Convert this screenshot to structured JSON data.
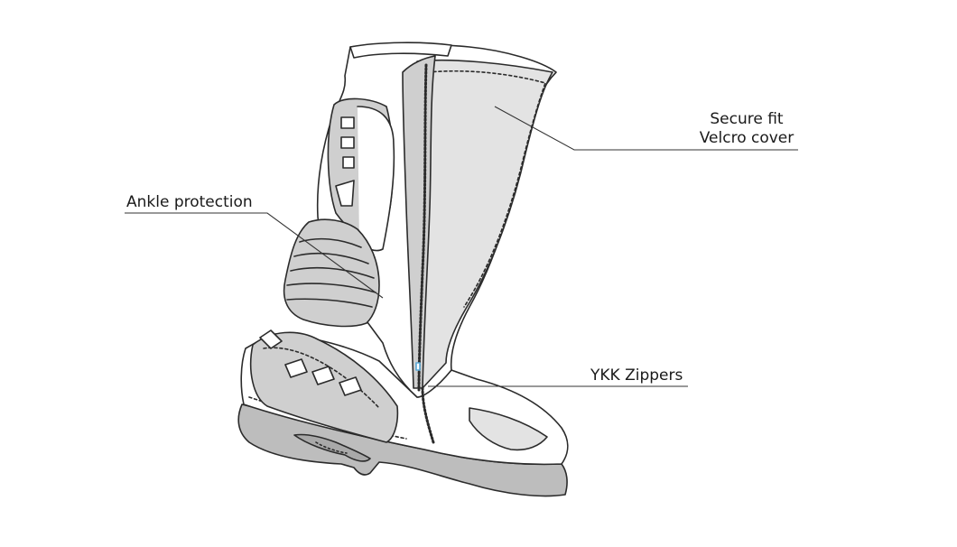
{
  "callouts": {
    "velcro": {
      "line1": "Secure fit",
      "line2": "Velcro cover"
    },
    "ankle": {
      "label": "Ankle protection"
    },
    "zippers": {
      "label": "YKK Zippers"
    }
  },
  "colors": {
    "outline": "#2b2b2b",
    "panel_gray": "#cfcfcf",
    "panel_light": "#e3e3e3",
    "sole_gray": "#bdbdbd",
    "leader_line": "#333333",
    "zip_accent": "#5aa9d6"
  }
}
